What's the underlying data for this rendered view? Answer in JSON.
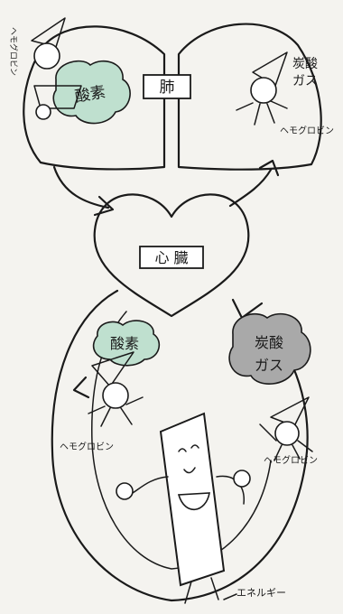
{
  "labels": {
    "lungs": "肺",
    "heart": "心 臓",
    "hemoglobin": "ヘモグロビン",
    "oxygen": "酸素",
    "carbon_dioxide_line1": "炭酸",
    "carbon_dioxide_line2": "ガス",
    "energy": "エネルギー"
  },
  "colors": {
    "ink": "#1a1a1a",
    "paper": "#f4f3ef",
    "oxygen_cloud": "#bfe0cf",
    "co2_cloud": "#a9a9a9"
  }
}
